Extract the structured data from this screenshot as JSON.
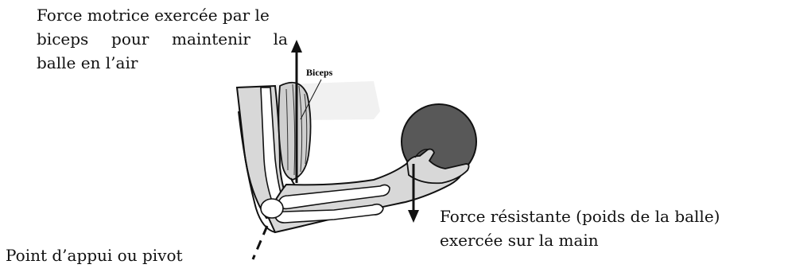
{
  "labels": {
    "motrice": {
      "line1": "Force motrice exercée par le",
      "line2_words": [
        "biceps",
        "pour",
        "maintenir",
        "la"
      ],
      "line3": "balle en l’air"
    },
    "resistante": {
      "line1": "Force résistante (poids de la balle)",
      "line2": "exercée sur la main"
    },
    "pivot": "Point d’appui ou pivot",
    "biceps": "Biceps"
  },
  "colors": {
    "ball": "#585858",
    "arm_fill": "#d8d8d8",
    "line": "#111111"
  }
}
